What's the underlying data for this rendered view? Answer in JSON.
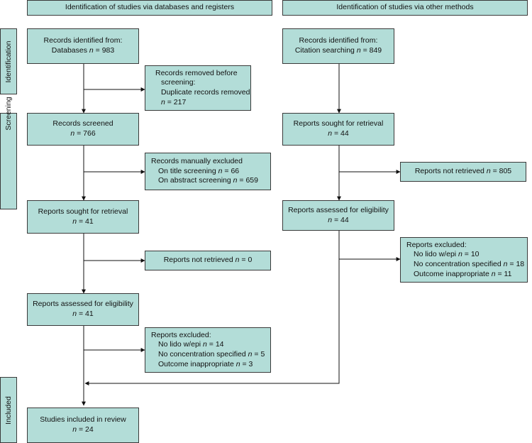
{
  "headers": {
    "databases": "Identification of studies via databases and registers",
    "other": "Identification of studies via other methods"
  },
  "phases": {
    "identification": "Identification",
    "screening": "Screening",
    "included": "Included"
  },
  "left": {
    "identified": {
      "line1": "Records identified from:",
      "line2_label": "Databases",
      "n": "n",
      "line2_value": " = 983"
    },
    "removed": {
      "line1": "Records removed before",
      "line2": "screening:",
      "line3": "Duplicate records removed",
      "n": "n",
      "line4_value": " = 217"
    },
    "screened": {
      "line1": "Records screened",
      "n": "n",
      "value": " = 766"
    },
    "manually_excluded": {
      "line1": "Records manually excluded",
      "line2_label": "On title screening ",
      "n2": "n",
      "line2_value": " = 66",
      "line3_label": "On abstract screening ",
      "n3": "n",
      "line3_value": " = 659"
    },
    "sought": {
      "line1": "Reports sought for retrieval",
      "n": "n",
      "value": " = 41"
    },
    "not_retrieved": {
      "label": "Reports not retrieved ",
      "n": "n",
      "value": " = 0"
    },
    "assessed": {
      "line1": "Reports assessed for eligibility",
      "n": "n",
      "value": " = 41"
    },
    "excluded": {
      "line1": "Reports excluded:",
      "items": [
        {
          "label": "No lido w/epi ",
          "n": "n",
          "value": " = 14"
        },
        {
          "label": "No concentration specified ",
          "n": "n",
          "value": " = 5"
        },
        {
          "label": "Outcome inappropriate ",
          "n": "n",
          "value": " = 3"
        }
      ]
    },
    "included": {
      "line1": "Studies included in review",
      "n": "n",
      "value": " = 24"
    }
  },
  "right": {
    "identified": {
      "line1": "Records identified from:",
      "line2_label": "Citation searching ",
      "n": "n",
      "line2_value": " = 849"
    },
    "sought": {
      "line1": "Reports sought for retrieval",
      "n": "n",
      "value": " = 44"
    },
    "not_retrieved": {
      "label": "Reports not retrieved ",
      "n": "n",
      "value": " = 805"
    },
    "assessed": {
      "line1": "Reports assessed for eligibility",
      "n": "n",
      "value": " = 44"
    },
    "excluded": {
      "line1": "Reports excluded:",
      "items": [
        {
          "label": "No lido w/epi ",
          "n": "n",
          "value": " = 10"
        },
        {
          "label": "No concentration specified ",
          "n": "n",
          "value": " = 18"
        },
        {
          "label": "Outcome inappropriate ",
          "n": "n",
          "value": " = 11"
        }
      ]
    }
  },
  "colors": {
    "box_fill": "#b3ddd8",
    "border": "#3a3a3a"
  }
}
